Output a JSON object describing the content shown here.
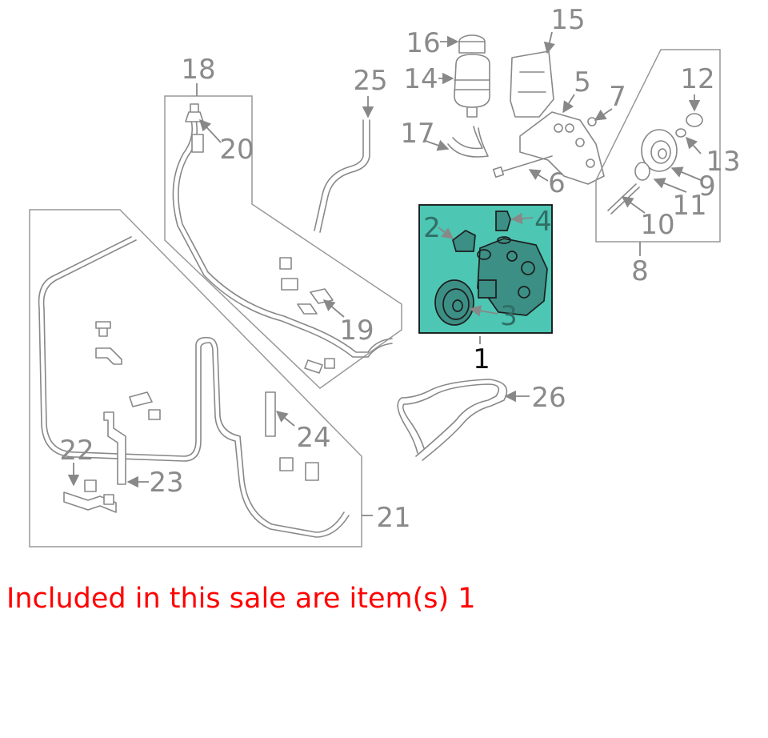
{
  "diagram": {
    "highlight_color": "#4dc6b4",
    "callout_color": "#8a8a8a",
    "callouts": {
      "c1": "1",
      "c2": "2",
      "c3": "3",
      "c4": "4",
      "c5": "5",
      "c6": "6",
      "c7": "7",
      "c8": "8",
      "c9": "9",
      "c10": "10",
      "c11": "11",
      "c12": "12",
      "c13": "13",
      "c14": "14",
      "c15": "15",
      "c16": "16",
      "c17": "17",
      "c18": "18",
      "c19": "19",
      "c20": "20",
      "c21": "21",
      "c22": "22",
      "c23": "23",
      "c24": "24",
      "c25": "25",
      "c26": "26"
    }
  },
  "note": {
    "text": "Included in this sale are item(s) 1",
    "color": "#ff0000"
  }
}
